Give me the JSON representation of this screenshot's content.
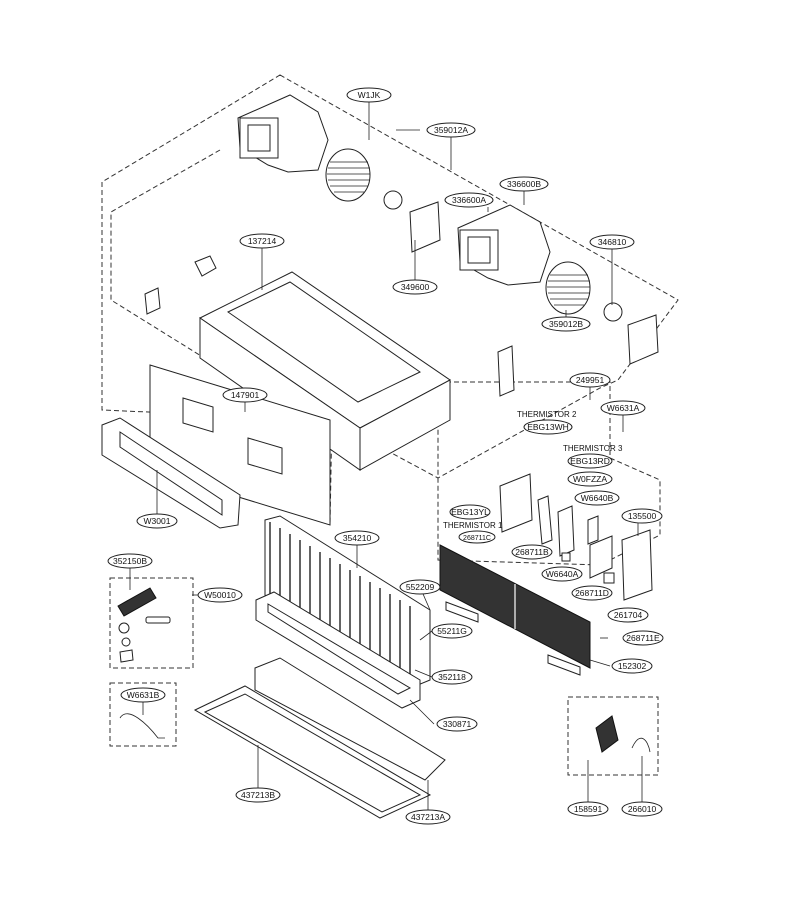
{
  "callouts": {
    "w1jk": "W1JK",
    "p359012a": "359012A",
    "p336600b": "336600B",
    "p336600a": "336600A",
    "p346810": "346810",
    "p137214": "137214",
    "p349600": "349600",
    "p359012b": "359012B",
    "p249951": "249951",
    "w6631a": "W6631A",
    "ebg13wh": "EBG13WH",
    "ebg13rd": "EBG13RD",
    "w0fzza": "W0FZZA",
    "w6640b": "W6640B",
    "p147901": "147901",
    "ebg13yl": "EBG13YL",
    "p268711c": "268711C",
    "p268711b": "268711B",
    "p135500": "135500",
    "w3001": "W3001",
    "p354210": "354210",
    "p352150b": "352150B",
    "w50010": "W50010",
    "p552209": "552209",
    "p55211g": "55211G",
    "w6640a": "W6640A",
    "p268711d": "268711D",
    "p261704": "261704",
    "p268711e": "268711E",
    "p352118": "352118",
    "p152302": "152302",
    "w6631b": "W6631B",
    "p330871": "330871",
    "p437213b": "437213B",
    "p437213a": "437213A",
    "p158591": "158591",
    "p266010": "266010"
  },
  "texts": {
    "thermistor2": "THERMISTOR 2",
    "thermistor3": "THERMISTOR 3",
    "thermistor1": "THERMISTOR 1"
  }
}
